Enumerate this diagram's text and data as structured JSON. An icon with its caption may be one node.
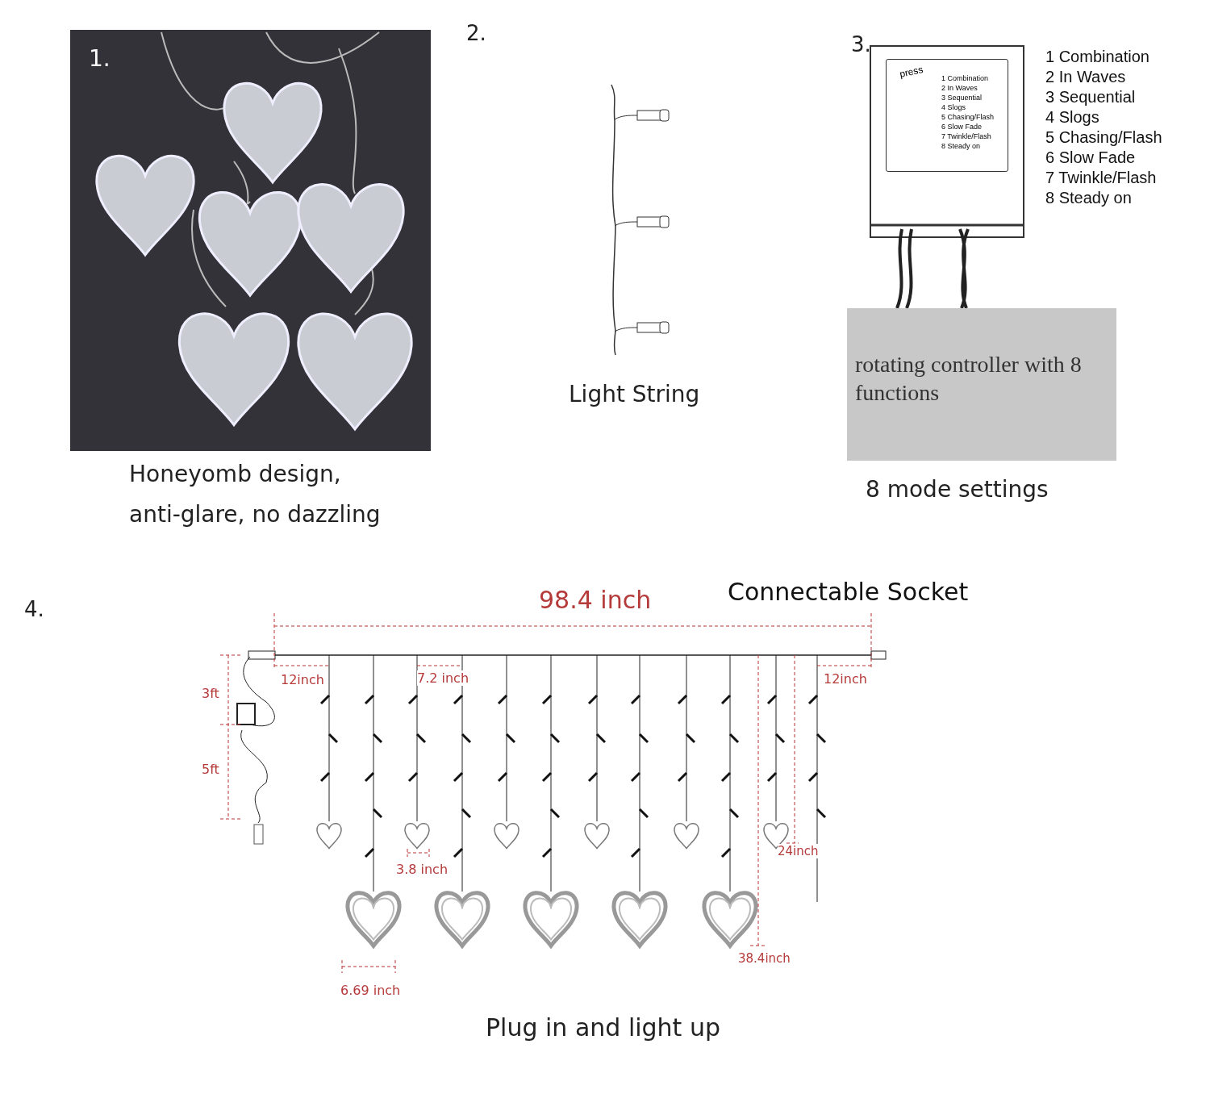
{
  "diagram": {
    "nodes": [
      {
        "text": [
          "press",
          "1 Combination",
          "2 In Waves",
          "3 Sequential",
          "4 Slogs",
          "5 Chasing/Flash",
          "6 Slow Fade",
          "7 Twinkle/Flash",
          "8 Steady on"
        ]
      },
      {
        "text": [
          "rotating controller with 8 functions"
        ]
      }
    ],
    "labels": [
      "1.",
      "2.",
      "3.",
      "1 Combination",
      "2 In Waves",
      "3 Sequential",
      "4 Slogs",
      "5 Chasing/Flash",
      "6 Slow Fade",
      "7 Twinkle/Flash",
      "8 Steady on",
      "Light String",
      "Honeyomb design, anti-glare, no dazzling",
      "8 mode settings",
      "4.",
      "98.4 inch",
      "Connectable Socket",
      "3ft",
      "12inch",
      "7.2 inch",
      "12inch",
      "5ft",
      "24inch",
      "3.8 inch",
      "38.4inch",
      "6.69 inch",
      "Plug in and light up"
    ]
  }
}
